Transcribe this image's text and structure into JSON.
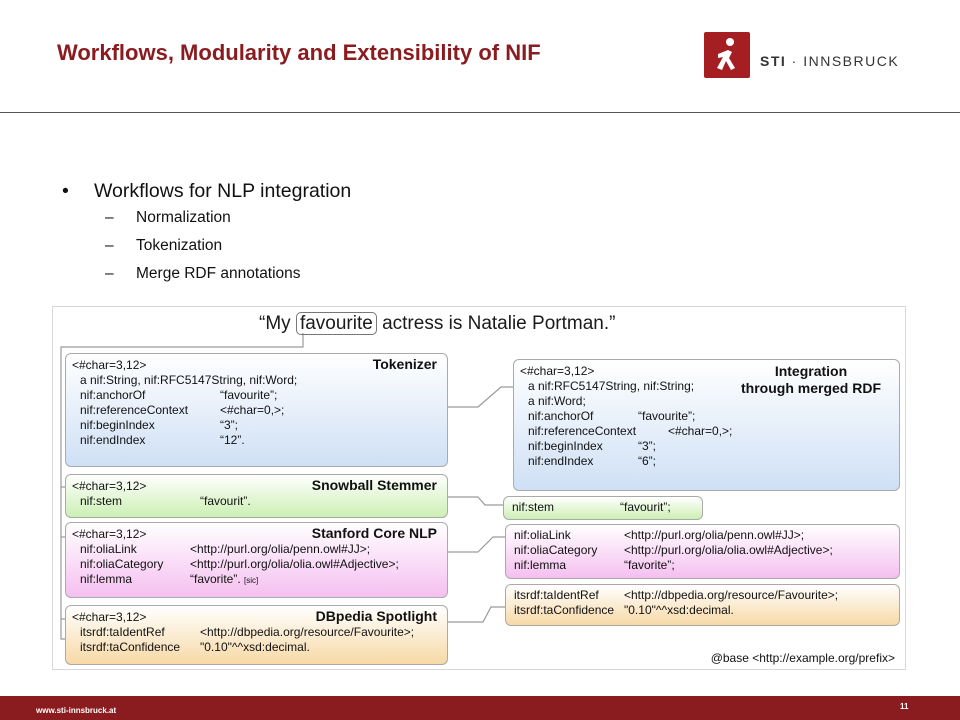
{
  "header": {
    "title": "Workflows, Modularity and Extensibility of NIF",
    "logo_brand": "STI",
    "logo_sep": " · ",
    "logo_name": "INNSBRUCK",
    "brand_color": "#8a1c1f"
  },
  "bullets": {
    "main": "Workflows for NLP integration",
    "subs": [
      "Normalization",
      "Tokenization",
      "Merge RDF annotations"
    ],
    "dot": "•",
    "dash": "–"
  },
  "figure": {
    "sentence_pre": "“My ",
    "sentence_hl": "favourite",
    "sentence_post": " actress is Natalie Portman.”",
    "tokenizer": {
      "id": "<#char=3,12>",
      "title": "Tokenizer",
      "rows": [
        {
          "k": "a nif:String, nif:RFC5147String, nif:Word;",
          "v": ""
        },
        {
          "k": "nif:anchorOf",
          "v": "“favourite”;"
        },
        {
          "k": "nif:referenceContext",
          "v": "<#char=0,>;"
        },
        {
          "k": "nif:beginIndex",
          "v": "“3”;"
        },
        {
          "k": "nif:endIndex",
          "v": "“12”."
        }
      ]
    },
    "stemmer": {
      "id": "<#char=3,12>",
      "title": "Snowball Stemmer",
      "rows": [
        {
          "k": "nif:stem",
          "v": "“favourit”."
        }
      ]
    },
    "stanford": {
      "id": "<#char=3,12>",
      "title": "Stanford Core NLP",
      "rows": [
        {
          "k": "nif:oliaLink",
          "v": "<http://purl.org/olia/penn.owl#JJ>;"
        },
        {
          "k": "nif:oliaCategory",
          "v": "<http://purl.org/olia/olia.owl#Adjective>;"
        },
        {
          "k": "nif:lemma",
          "v": "“favorite”."
        }
      ],
      "sic": "[sic]"
    },
    "dbpedia": {
      "id": "<#char=3,12>",
      "title": "DBpedia Spotlight",
      "rows": [
        {
          "k": "itsrdf:taIdentRef",
          "v": "<http://dbpedia.org/resource/Favourite>;"
        },
        {
          "k": "itsrdf:taConfidence",
          "v": "\"0.10\"^^xsd:decimal."
        }
      ]
    },
    "integration": {
      "id": "<#char=3,12>",
      "title_line1": "Integration",
      "title_line2": "through merged RDF",
      "rows": [
        {
          "k": "a nif:RFC5147String, nif:String;",
          "v": ""
        },
        {
          "k": "a nif:Word;",
          "v": ""
        },
        {
          "k": "nif:anchorOf",
          "v": "“favourite”;"
        },
        {
          "k": "nif:referenceContext",
          "v": "<#char=0,>;"
        },
        {
          "k": "nif:beginIndex",
          "v": "“3”;"
        },
        {
          "k": "nif:endIndex",
          "v": "“6”;"
        }
      ]
    },
    "merged_stem": {
      "k": "nif:stem",
      "v": "“favourit”;"
    },
    "merged_olia": {
      "rows": [
        {
          "k": "nif:oliaLink",
          "v": "<http://purl.org/olia/penn.owl#JJ>;"
        },
        {
          "k": "nif:oliaCategory",
          "v": "<http://purl.org/olia/olia.owl#Adjective>;"
        },
        {
          "k": "nif:lemma",
          "v": "“favorite”;"
        }
      ]
    },
    "merged_dbpedia": {
      "rows": [
        {
          "k": "itsrdf:taIdentRef",
          "v": "<http://dbpedia.org/resource/Favourite>;"
        },
        {
          "k": "itsrdf:taConfidence",
          "v": "\"0.10\"^^xsd:decimal."
        }
      ]
    },
    "base": "@base <http://example.org/prefix>"
  },
  "footer": {
    "url": "www.sti-innsbruck.at",
    "page": "11"
  }
}
